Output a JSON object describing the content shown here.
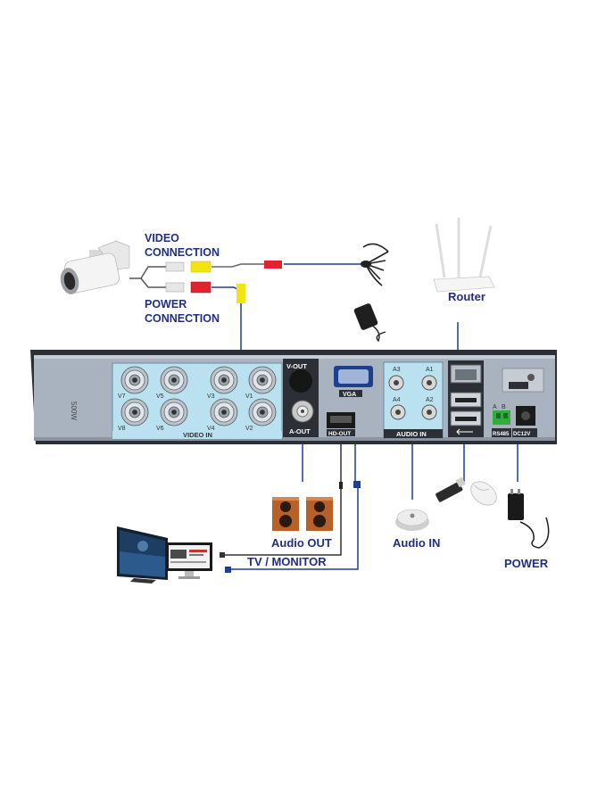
{
  "labels": {
    "video_connection": [
      "VIDEO",
      "CONNECTION"
    ],
    "power_connection": [
      "POWER",
      "CONNECTION"
    ],
    "router": "Router",
    "audio_out": "Audio OUT",
    "audio_in": "Audio IN",
    "tv_monitor": "TV / MONITOR",
    "power": "POWER"
  },
  "panel": {
    "side_marking": "500W",
    "video_in_label": "VIDEO IN",
    "video_channels_top": [
      "V7",
      "V5",
      "V3",
      "V1"
    ],
    "video_channels_bottom": [
      "V8",
      "V6",
      "V4",
      "V2"
    ],
    "v_out": "V-OUT",
    "a_out": "A-OUT",
    "vga": "VGA",
    "hd_out": "HD-OUT",
    "audio_in_label": "AUDIO IN",
    "audio_channels": [
      "A3",
      "A1",
      "A4",
      "A2"
    ],
    "rs485": "RS485",
    "rs485_pins": [
      "A",
      "B"
    ],
    "dc": "DC12V"
  },
  "colors": {
    "label_blue": "#1f2f86",
    "wire_blue": "#1c3f94",
    "panel_face": "#a9b3c0",
    "connector_fill": "#b9e1ef",
    "dvr_body": "#2c3036",
    "connector_red": "#e0232c",
    "connector_yellow": "#f2e313"
  }
}
